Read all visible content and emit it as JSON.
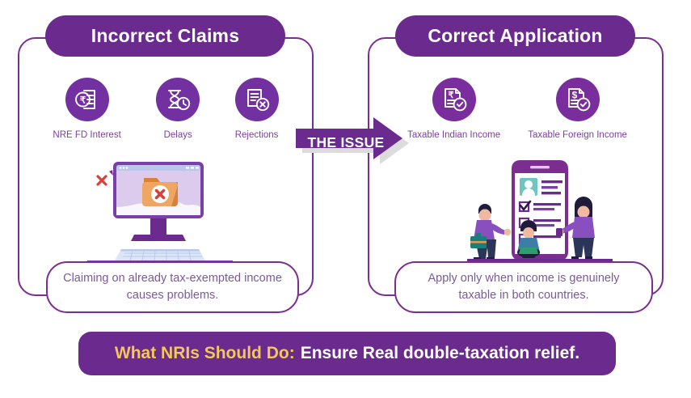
{
  "infographic": {
    "title_left": "Incorrect Claims",
    "title_right": "Correct Application",
    "arrow_label": "THE ISSUE",
    "caption_left": "Claiming on already tax-exempted income causes problems.",
    "caption_right": "Apply only when income is genuinely taxable in both countries.",
    "banner_highlight": "What NRIs Should Do:",
    "banner_text": "Ensure Real double-taxation relief."
  },
  "left_panel": {
    "icons": [
      {
        "label": "NRE FD Interest",
        "icon": "rupee-document-icon"
      },
      {
        "label": "Delays",
        "icon": "hourglass-clock-icon"
      },
      {
        "label": "Rejections",
        "icon": "document-reject-icon"
      }
    ],
    "illustration": "desktop-monitor-error-folder-illustration"
  },
  "right_panel": {
    "icons": [
      {
        "label": "Taxable Indian Income",
        "icon": "rupee-document-check-icon"
      },
      {
        "label": "Taxable Foreign Income",
        "icon": "dollar-document-check-icon"
      }
    ],
    "illustration": "mobile-form-people-illustration"
  },
  "colors": {
    "primary_purple": "#6B2A8E",
    "card_border": "#7B2D90",
    "icon_circle": "#7230A0",
    "icon_label": "#7B3F9D",
    "caption_text": "#7B5A96",
    "banner_highlight": "#F4C75C",
    "banner_text": "#FFFFFF",
    "accent_orange": "#E8954A",
    "accent_red": "#D8403C",
    "arrow_shadow": "#DCDCDC"
  }
}
